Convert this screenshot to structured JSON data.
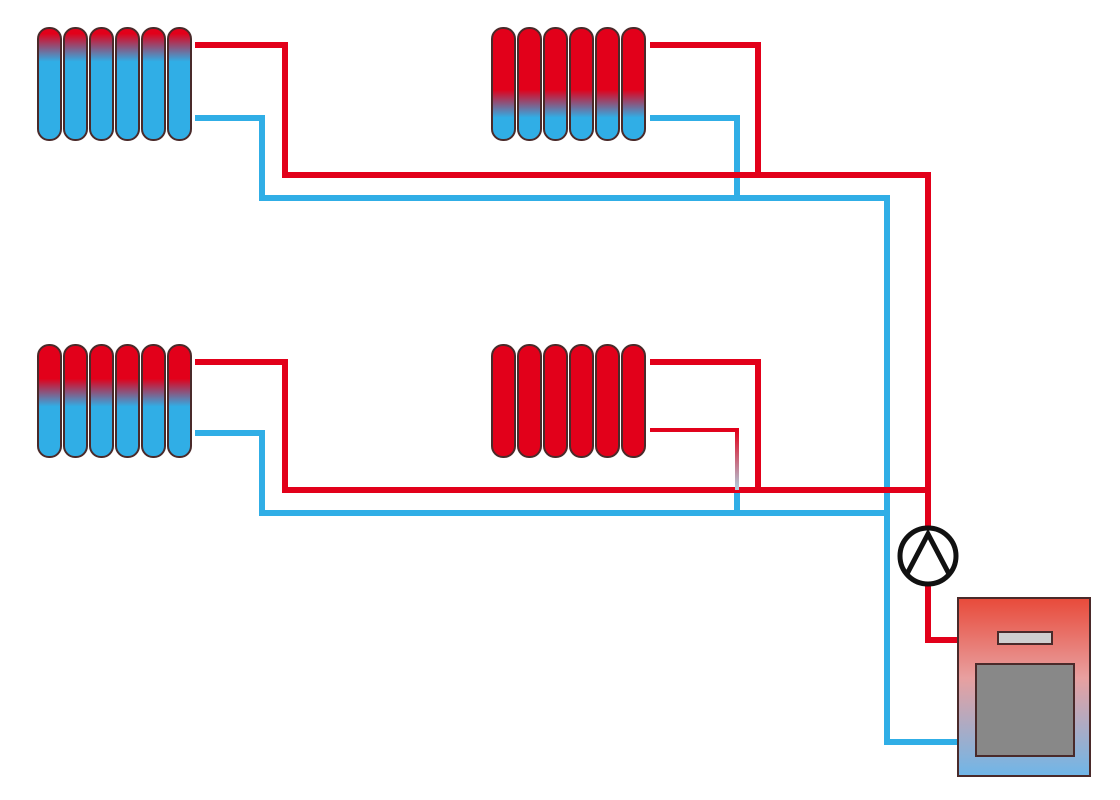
{
  "colors": {
    "background": "#ffffff",
    "supply_pipe": "#e2001a",
    "return_pipe": "#30aee6",
    "outline": "#4a2a2a",
    "boiler_top": "#e84a3a",
    "boiler_bottom": "#6fb6e8",
    "boiler_window": "#888888",
    "boiler_slot": "#cfcfcf",
    "pump_stroke": "#111111"
  },
  "diagram": {
    "radiators": [
      {
        "id": "radiator-top-left",
        "sections": 6,
        "hot_fraction": 0.05
      },
      {
        "id": "radiator-top-middle",
        "sections": 6,
        "hot_fraction": 0.55
      },
      {
        "id": "radiator-bottom-left",
        "sections": 6,
        "hot_fraction": 0.3
      },
      {
        "id": "radiator-bottom-middle",
        "sections": 6,
        "hot_fraction": 1.0
      }
    ],
    "components": [
      "radiator",
      "supply-pipe",
      "return-pipe",
      "circulation-pump-icon",
      "boiler"
    ]
  }
}
